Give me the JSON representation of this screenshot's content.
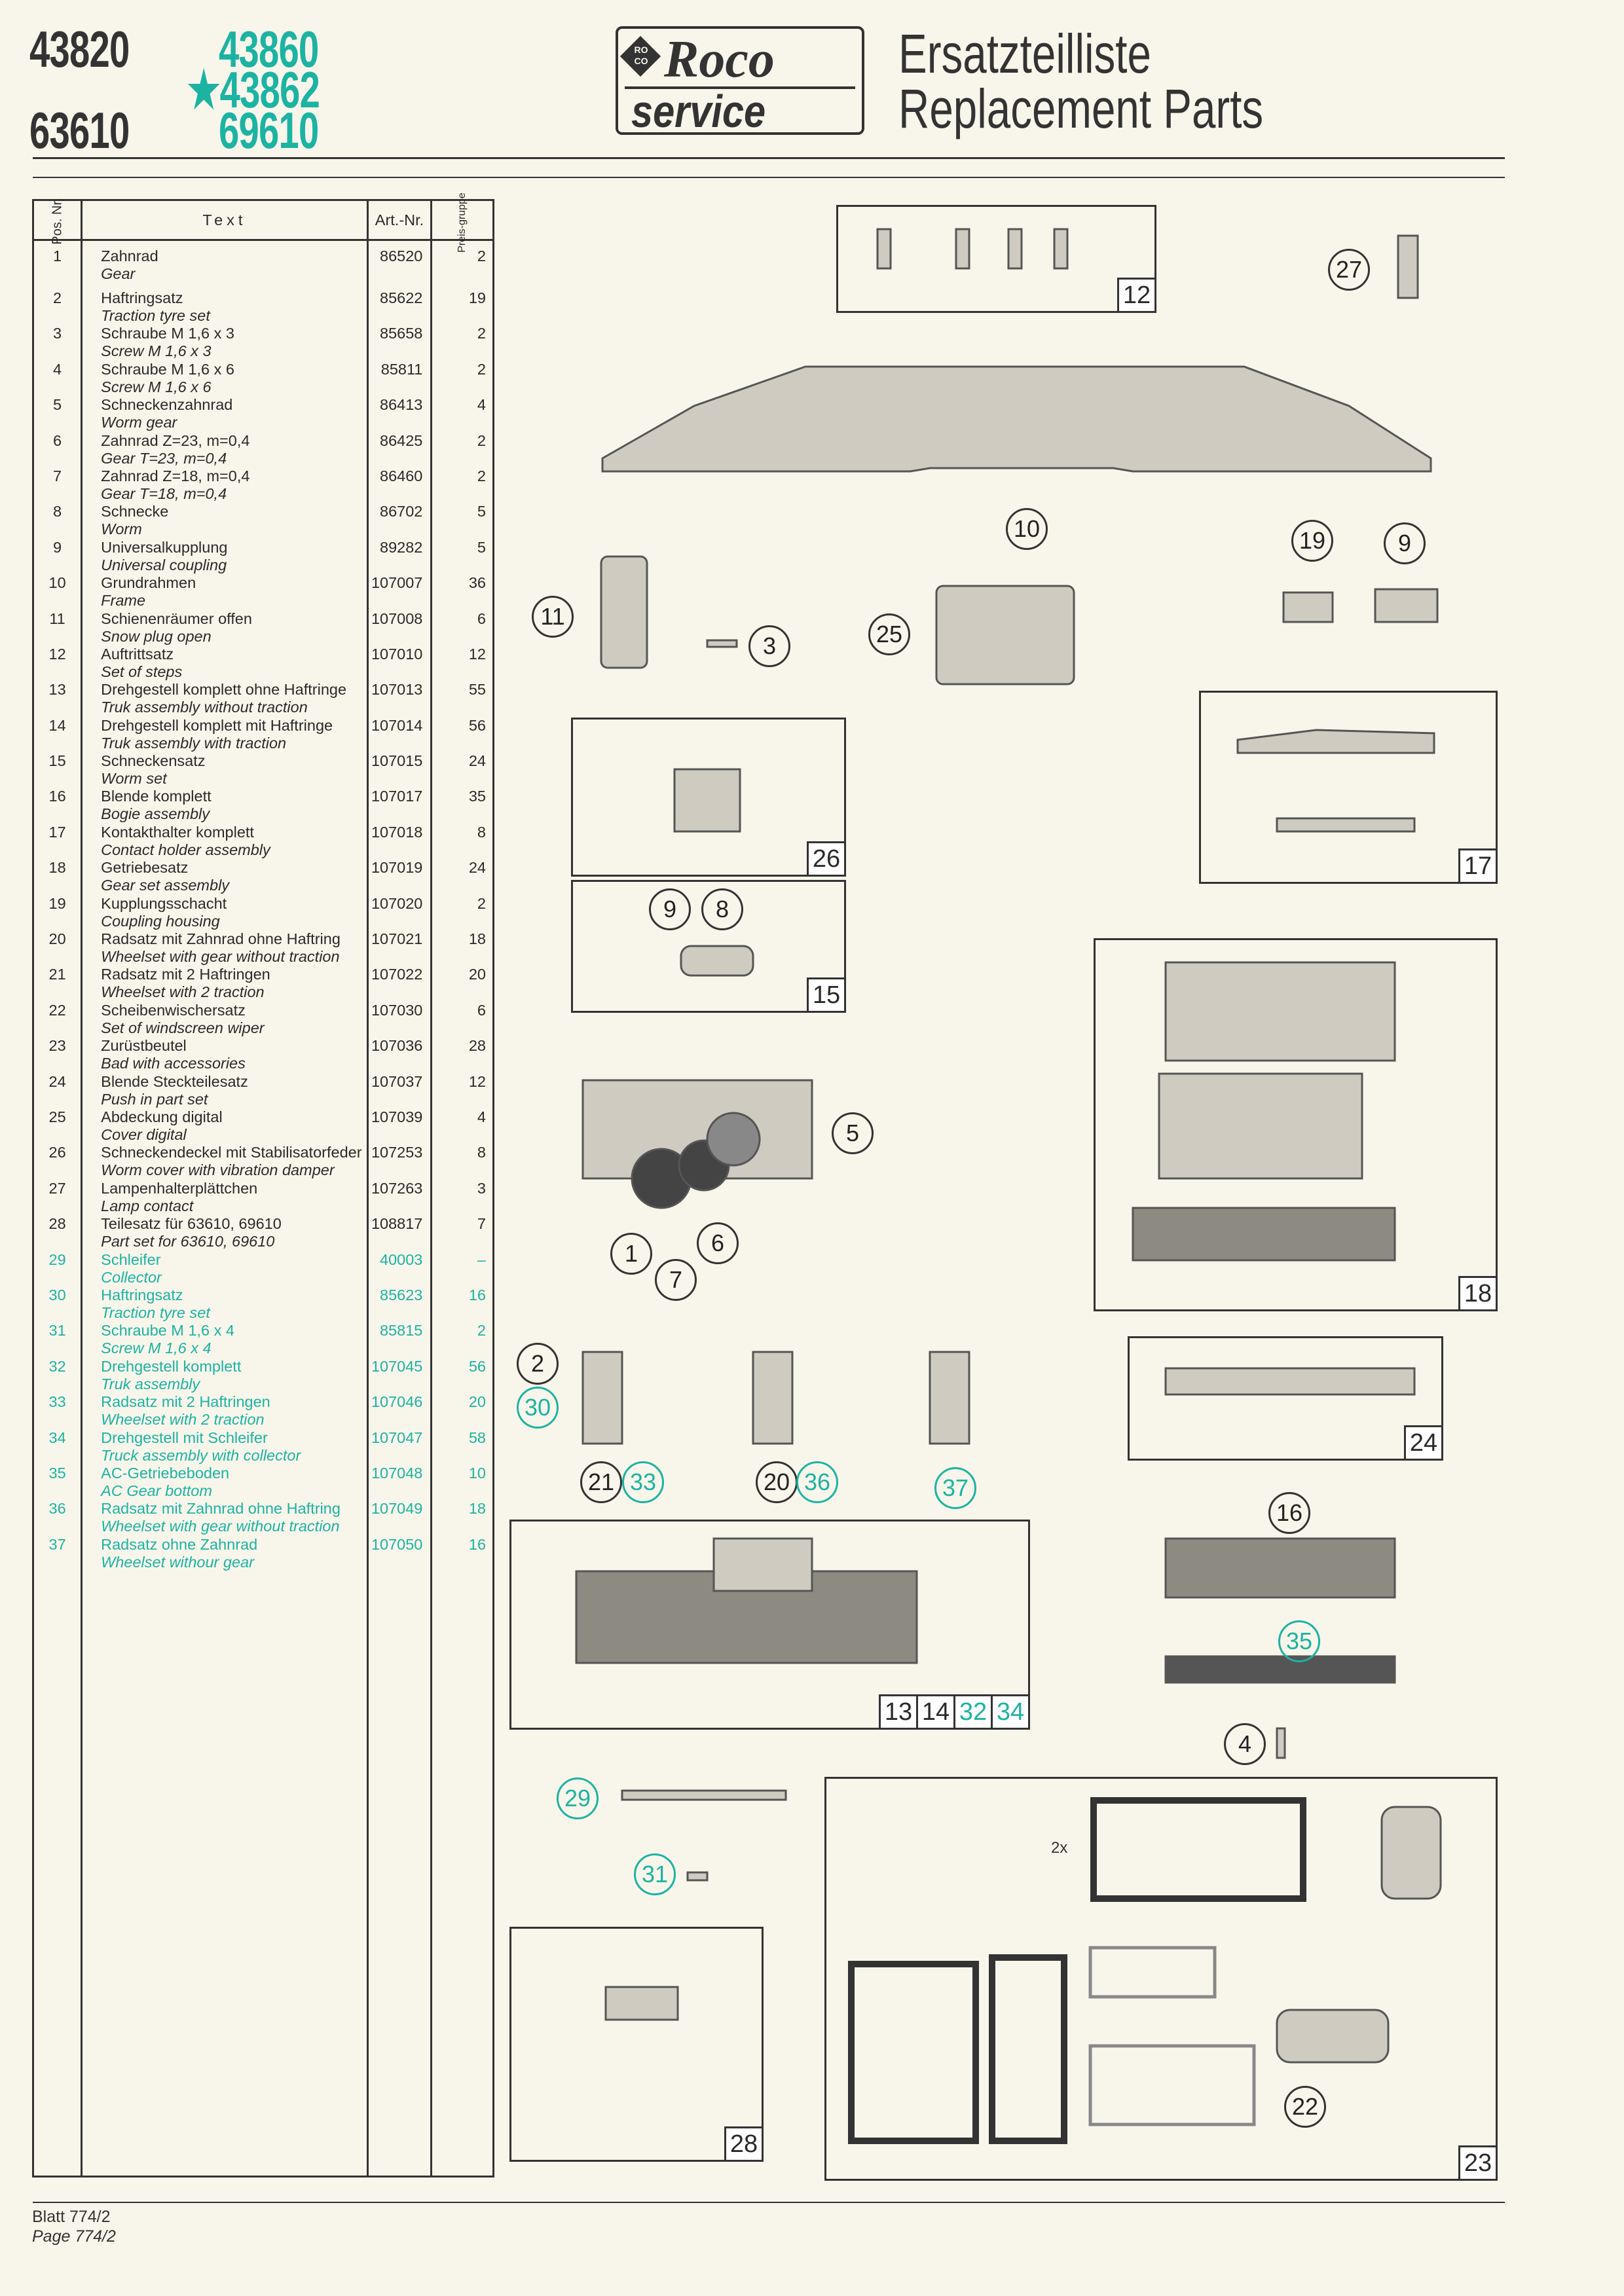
{
  "header": {
    "models_dark": [
      "43820",
      "63610"
    ],
    "models_teal": [
      "43860",
      "★43862",
      "69610"
    ],
    "logo": {
      "brand": "Roco",
      "badge": "RO CO",
      "service": "service"
    },
    "title_de": "Ersatzteilliste",
    "title_en": "Replacement Parts"
  },
  "table": {
    "headers": {
      "pos": "Pos. Nr.",
      "text": "Text",
      "art": "Art.-Nr.",
      "pg": "Preis-gruppe"
    },
    "rows": [
      {
        "pos": "1",
        "de": "Zahnrad",
        "en": "Gear",
        "art": "86520",
        "pg": "2"
      },
      {
        "pos": "2",
        "de": "Haftringsatz",
        "en": "Traction tyre set",
        "art": "85622",
        "pg": "19"
      },
      {
        "pos": "3",
        "de": "Schraube M 1,6 x 3",
        "en": "Screw M 1,6 x 3",
        "art": "85658",
        "pg": "2"
      },
      {
        "pos": "4",
        "de": "Schraube M 1,6 x 6",
        "en": "Screw M 1,6 x 6",
        "art": "85811",
        "pg": "2"
      },
      {
        "pos": "5",
        "de": "Schneckenzahnrad",
        "en": "Worm gear",
        "art": "86413",
        "pg": "4"
      },
      {
        "pos": "6",
        "de": "Zahnrad Z=23, m=0,4",
        "en": "Gear T=23, m=0,4",
        "art": "86425",
        "pg": "2"
      },
      {
        "pos": "7",
        "de": "Zahnrad Z=18, m=0,4",
        "en": "Gear T=18, m=0,4",
        "art": "86460",
        "pg": "2"
      },
      {
        "pos": "8",
        "de": "Schnecke",
        "en": "Worm",
        "art": "86702",
        "pg": "5"
      },
      {
        "pos": "9",
        "de": "Universalkupplung",
        "en": "Universal coupling",
        "art": "89282",
        "pg": "5"
      },
      {
        "pos": "10",
        "de": "Grundrahmen",
        "en": "Frame",
        "art": "107007",
        "pg": "36"
      },
      {
        "pos": "11",
        "de": "Schienenräumer offen",
        "en": "Snow plug open",
        "art": "107008",
        "pg": "6"
      },
      {
        "pos": "12",
        "de": "Auftrittsatz",
        "en": "Set of steps",
        "art": "107010",
        "pg": "12"
      },
      {
        "pos": "13",
        "de": "Drehgestell komplett ohne Haftringe",
        "en": "Truk assembly without traction",
        "art": "107013",
        "pg": "55"
      },
      {
        "pos": "14",
        "de": "Drehgestell komplett mit Haftringe",
        "en": "Truk assembly with traction",
        "art": "107014",
        "pg": "56"
      },
      {
        "pos": "15",
        "de": "Schneckensatz",
        "en": "Worm set",
        "art": "107015",
        "pg": "24"
      },
      {
        "pos": "16",
        "de": "Blende komplett",
        "en": "Bogie assembly",
        "art": "107017",
        "pg": "35"
      },
      {
        "pos": "17",
        "de": "Kontakthalter komplett",
        "en": "Contact holder assembly",
        "art": "107018",
        "pg": "8"
      },
      {
        "pos": "18",
        "de": "Getriebesatz",
        "en": "Gear set assembly",
        "art": "107019",
        "pg": "24"
      },
      {
        "pos": "19",
        "de": "Kupplungsschacht",
        "en": "Coupling housing",
        "art": "107020",
        "pg": "2"
      },
      {
        "pos": "20",
        "de": "Radsatz mit Zahnrad ohne Haftring",
        "en": "Wheelset with gear without traction",
        "art": "107021",
        "pg": "18"
      },
      {
        "pos": "21",
        "de": "Radsatz mit 2 Haftringen",
        "en": "Wheelset with 2 traction",
        "art": "107022",
        "pg": "20"
      },
      {
        "pos": "22",
        "de": "Scheibenwischersatz",
        "en": "Set of windscreen wiper",
        "art": "107030",
        "pg": "6"
      },
      {
        "pos": "23",
        "de": "Zurüstbeutel",
        "en": "Bad with accessories",
        "art": "107036",
        "pg": "28"
      },
      {
        "pos": "24",
        "de": "Blende Steckteilesatz",
        "en": "Push in part set",
        "art": "107037",
        "pg": "12"
      },
      {
        "pos": "25",
        "de": "Abdeckung digital",
        "en": "Cover digital",
        "art": "107039",
        "pg": "4"
      },
      {
        "pos": "26",
        "de": "Schneckendeckel mit Stabilisatorfeder",
        "en": "Worm cover with vibration damper",
        "art": "107253",
        "pg": "8"
      },
      {
        "pos": "27",
        "de": "Lampenhalterplättchen",
        "en": "Lamp contact",
        "art": "107263",
        "pg": "3"
      },
      {
        "pos": "28",
        "de": "Teilesatz für 63610, 69610",
        "en": "Part set for 63610, 69610",
        "art": "108817",
        "pg": "7"
      },
      {
        "pos": "29",
        "de": "Schleifer",
        "en": "Collector",
        "art": "40003",
        "pg": "–",
        "teal": true
      },
      {
        "pos": "30",
        "de": "Haftringsatz",
        "en": "Traction tyre set",
        "art": "85623",
        "pg": "16",
        "teal": true
      },
      {
        "pos": "31",
        "de": "Schraube M 1,6 x 4",
        "en": "Screw M 1,6 x 4",
        "art": "85815",
        "pg": "2",
        "teal": true
      },
      {
        "pos": "32",
        "de": "Drehgestell komplett",
        "en": "Truk assembly",
        "art": "107045",
        "pg": "56",
        "teal": true
      },
      {
        "pos": "33",
        "de": "Radsatz mit 2 Haftringen",
        "en": "Wheelset with 2 traction",
        "art": "107046",
        "pg": "20",
        "teal": true
      },
      {
        "pos": "34",
        "de": "Drehgestell mit Schleifer",
        "en": "Truck assembly with collector",
        "art": "107047",
        "pg": "58",
        "teal": true
      },
      {
        "pos": "35",
        "de": "AC-Getriebeboden",
        "en": "AC Gear bottom",
        "art": "107048",
        "pg": "10",
        "teal": true
      },
      {
        "pos": "36",
        "de": "Radsatz mit Zahnrad ohne Haftring",
        "en": "Wheelset with gear without traction",
        "art": "107049",
        "pg": "18",
        "teal": true
      },
      {
        "pos": "37",
        "de": "Radsatz ohne Zahnrad",
        "en": "Wheelset withour gear",
        "art": "107050",
        "pg": "16",
        "teal": true
      }
    ]
  },
  "diagram": {
    "box_labels": {
      "b12": [
        "12"
      ],
      "b26": [
        "26"
      ],
      "b15": [
        "15"
      ],
      "b17": [
        "17"
      ],
      "b18": [
        "18"
      ],
      "b24": [
        "24"
      ],
      "b13": [
        "13",
        "14",
        "32",
        "34"
      ],
      "b28": [
        "28"
      ],
      "b23": [
        "23"
      ]
    },
    "callouts": [
      "27",
      "10",
      "11",
      "3",
      "25",
      "19",
      "9",
      "9",
      "8",
      "5",
      "1",
      "7",
      "6",
      "2",
      "30",
      "21",
      "33",
      "20",
      "36",
      "37",
      "16",
      "35",
      "4",
      "29",
      "31",
      "22"
    ],
    "quantity_note": "2x",
    "teal_color": "#1db3a3"
  },
  "footer": {
    "de": "Blatt 774/2",
    "en": "Page 774/2"
  }
}
